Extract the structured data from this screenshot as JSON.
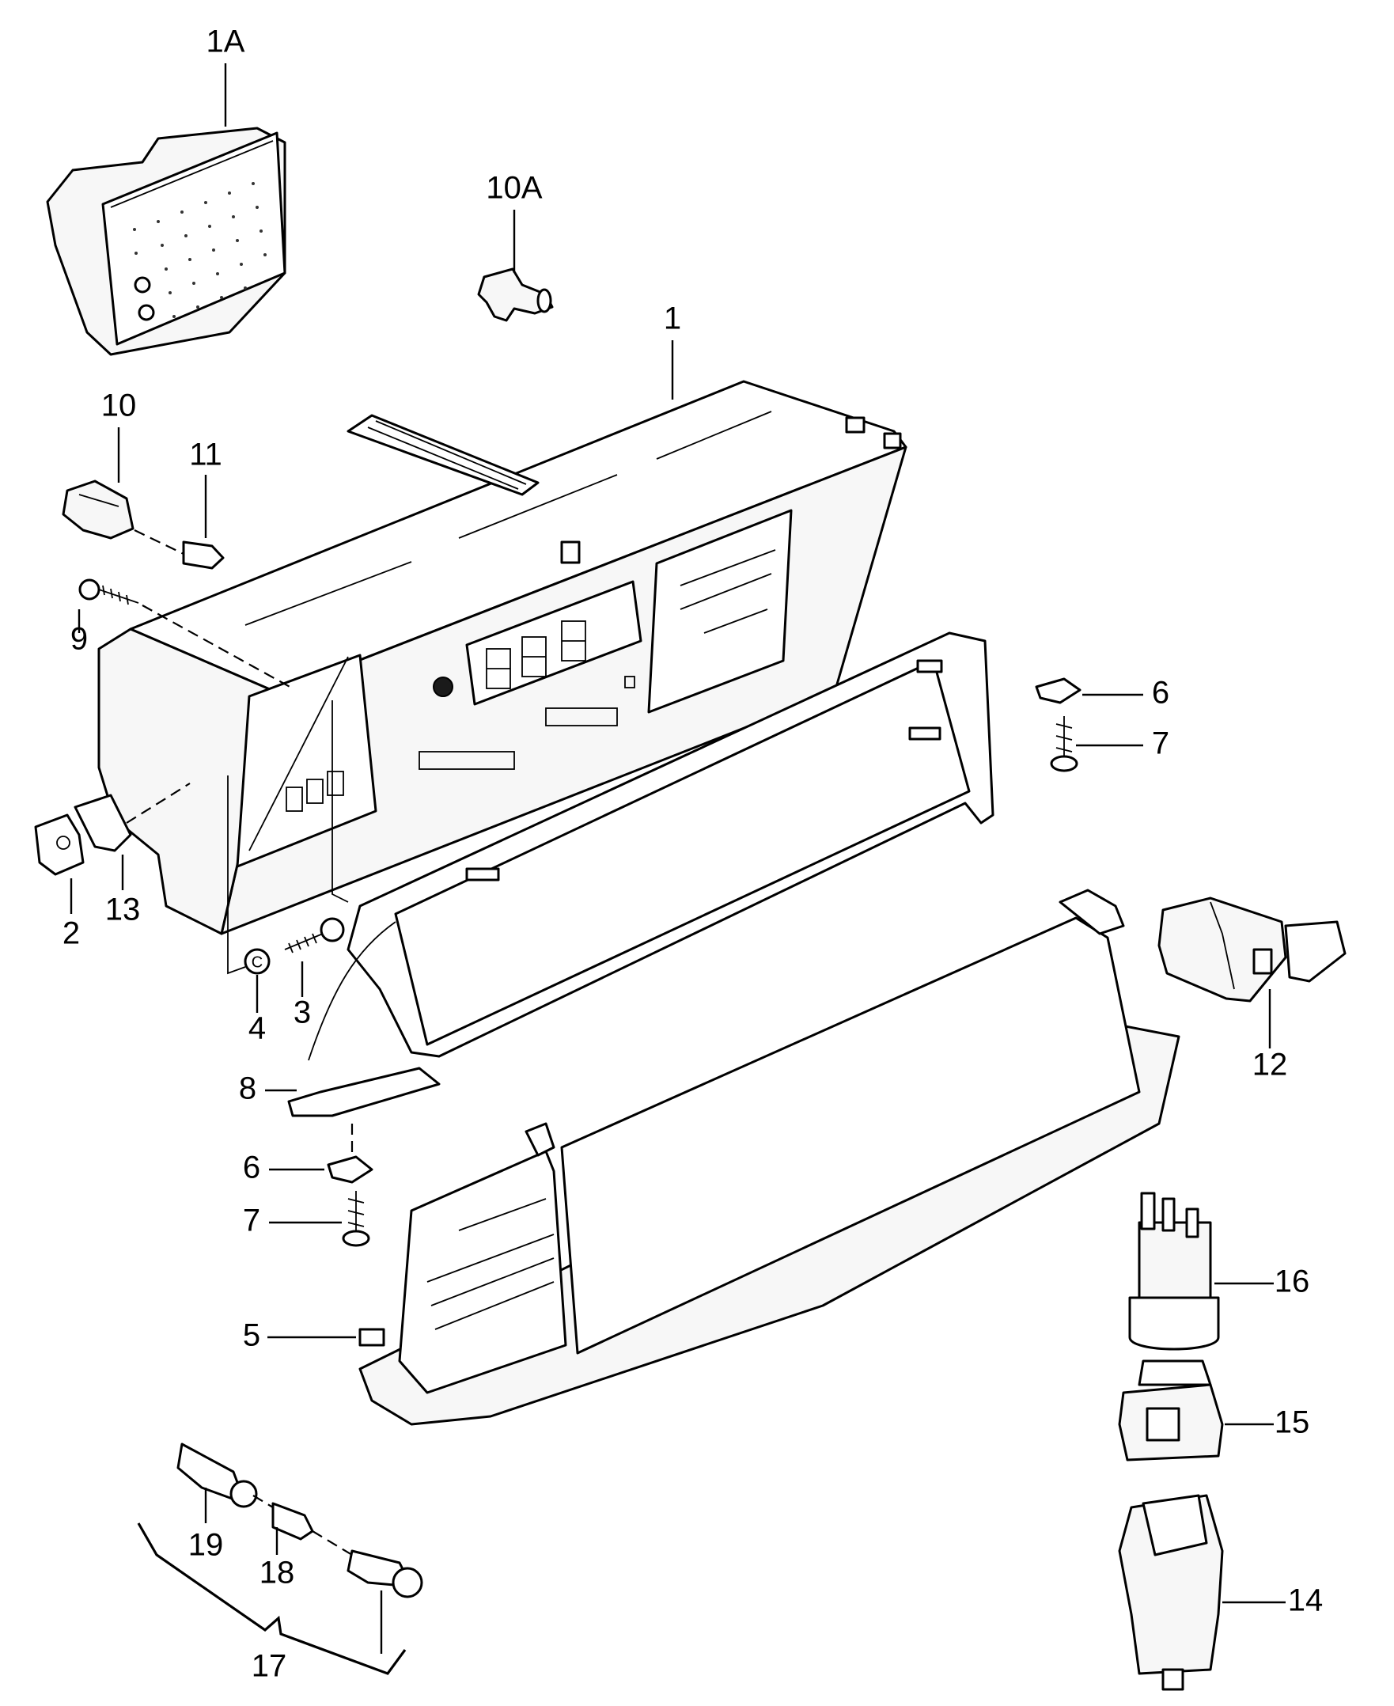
{
  "callouts": [
    {
      "id": "1A",
      "text": "1A"
    },
    {
      "id": "10A",
      "text": "10A"
    },
    {
      "id": "1",
      "text": "1"
    },
    {
      "id": "10",
      "text": "10"
    },
    {
      "id": "11",
      "text": "11"
    },
    {
      "id": "9",
      "text": "9"
    },
    {
      "id": "6a",
      "text": "6"
    },
    {
      "id": "7a",
      "text": "7"
    },
    {
      "id": "2",
      "text": "2"
    },
    {
      "id": "13",
      "text": "13"
    },
    {
      "id": "3",
      "text": "3"
    },
    {
      "id": "4",
      "text": "4"
    },
    {
      "id": "12",
      "text": "12"
    },
    {
      "id": "8",
      "text": "8"
    },
    {
      "id": "6b",
      "text": "6"
    },
    {
      "id": "7b",
      "text": "7"
    },
    {
      "id": "16",
      "text": "16"
    },
    {
      "id": "5",
      "text": "5"
    },
    {
      "id": "15",
      "text": "15"
    },
    {
      "id": "19",
      "text": "19"
    },
    {
      "id": "18",
      "text": "18"
    },
    {
      "id": "14",
      "text": "14"
    },
    {
      "id": "17",
      "text": "17"
    }
  ]
}
